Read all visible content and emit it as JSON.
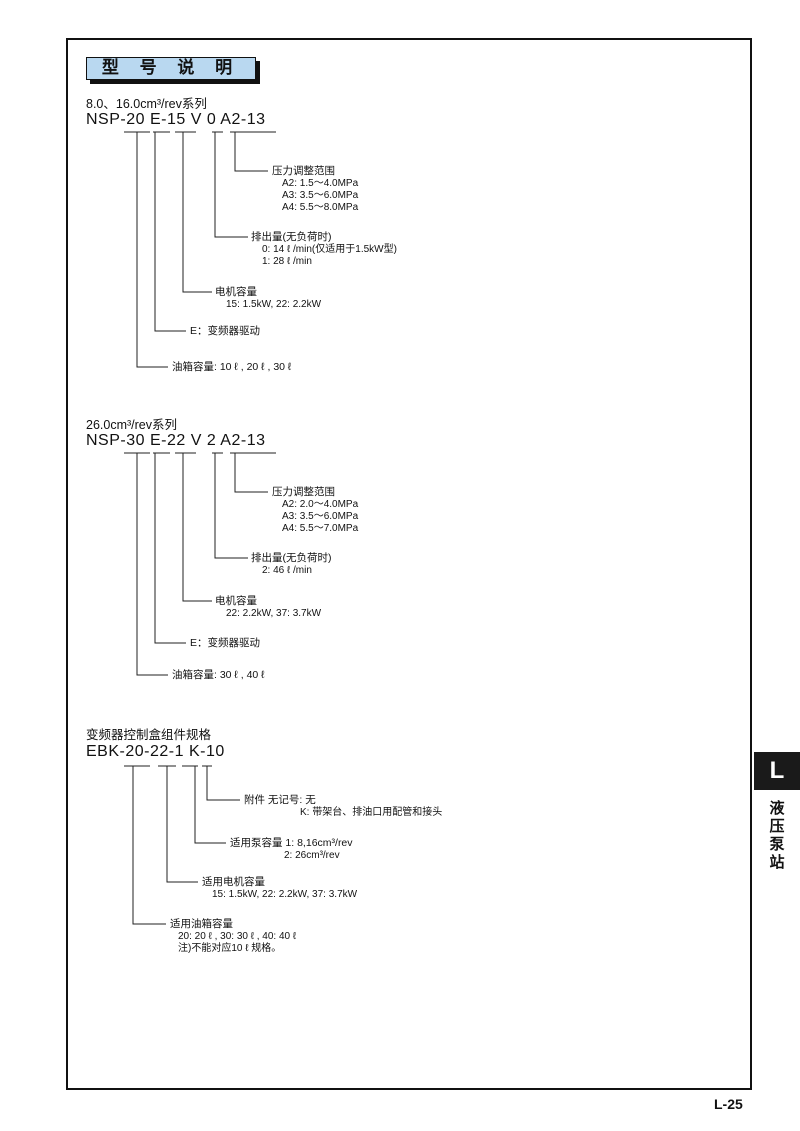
{
  "header": {
    "title": "型 号 说 明"
  },
  "section1": {
    "series": "8.0、16.0cm³/rev系列",
    "code": "NSP-20 E-15 V 0 A2-13",
    "pressure_label": "压力调整范围",
    "pressure_items": [
      "A2: 1.5～4.0MPa",
      "A3: 3.5～6.0MPa",
      "A4: 5.5～8.0MPa"
    ],
    "flow_label": "排出量(无负荷时)",
    "flow_items": [
      "0: 14 ℓ /min(仅适用于1.5kW型)",
      "1: 28 ℓ /min"
    ],
    "motor_label": "电机容量",
    "motor_items": [
      "15: 1.5kW, 22: 2.2kW"
    ],
    "drive_label": "E：变频器驱动",
    "tank_label": "油箱容量: 10 ℓ , 20 ℓ , 30 ℓ"
  },
  "section2": {
    "series": "26.0cm³/rev系列",
    "code": "NSP-30 E-22 V 2 A2-13",
    "pressure_label": "压力调整范围",
    "pressure_items": [
      "A2: 2.0～4.0MPa",
      "A3: 3.5～6.0MPa",
      "A4: 5.5～7.0MPa"
    ],
    "flow_label": "排出量(无负荷时)",
    "flow_items": [
      "2: 46 ℓ /min"
    ],
    "motor_label": "电机容量",
    "motor_items": [
      "22: 2.2kW, 37: 3.7kW"
    ],
    "drive_label": "E：变频器驱动",
    "tank_label": "油箱容量: 30 ℓ , 40 ℓ"
  },
  "section3": {
    "series": "变频器控制盒组件规格",
    "code": "EBK-20-22-1 K-10",
    "attach_label": "附件   无记号: 无",
    "attach_items": [
      "K: 带架台、排油口用配管和接头"
    ],
    "pump_label": "适用泵容量   1: 8,16cm³/rev",
    "pump_items": [
      "2: 26cm³/rev"
    ],
    "motor_label": "适用电机容量",
    "motor_items": [
      "15: 1.5kW, 22: 2.2kW, 37: 3.7kW"
    ],
    "tank_label": "适用油箱容量",
    "tank_items": [
      "20: 20 ℓ , 30: 30 ℓ , 40: 40 ℓ",
      "注)不能对应10 ℓ 规格。"
    ]
  },
  "side_tab": {
    "letter": "L",
    "text": "液压泵站"
  },
  "footer": {
    "page": "L-25"
  }
}
